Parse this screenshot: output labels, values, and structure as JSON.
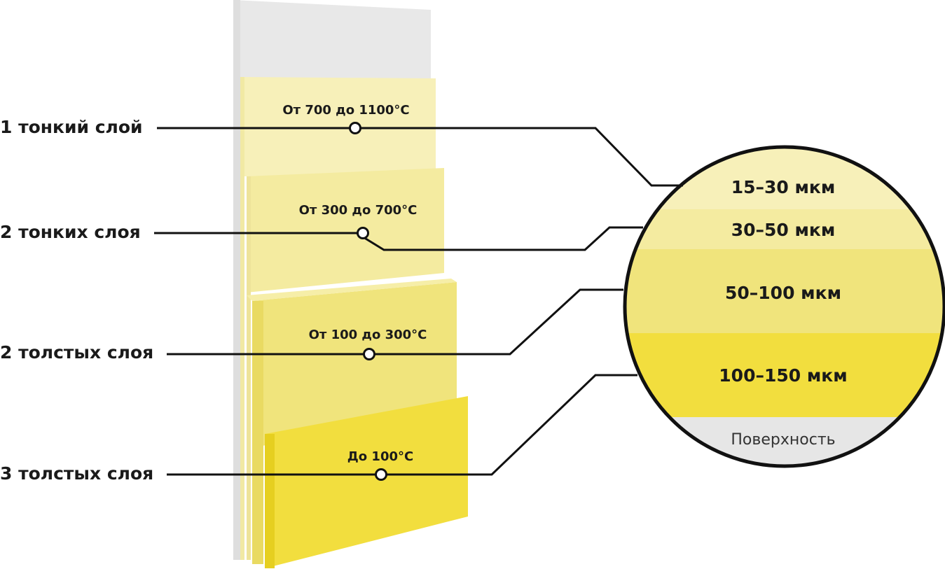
{
  "layers": [
    {
      "label": "1 тонкий слой",
      "temp": "От 700 до 1100°C",
      "thickness": "15–30 мкм",
      "color": "#f7f0b9"
    },
    {
      "label": "2 тонких слоя",
      "temp": "От 300 до 700°C",
      "thickness": "30–50 мкм",
      "color": "#f4eba0"
    },
    {
      "label": "2 толстых слоя",
      "temp": "От 100 до 300°C",
      "thickness": "50–100 мкм",
      "color": "#f0e47c"
    },
    {
      "label": "3 толстых слоя",
      "temp": "До 100°C",
      "thickness": "100–150 мкм",
      "color": "#f2de3e"
    }
  ],
  "surface": {
    "label": "Поверхность",
    "color": "#e6e6e6"
  },
  "colors": {
    "wall": "#e8e8e8",
    "line": "#111111"
  }
}
